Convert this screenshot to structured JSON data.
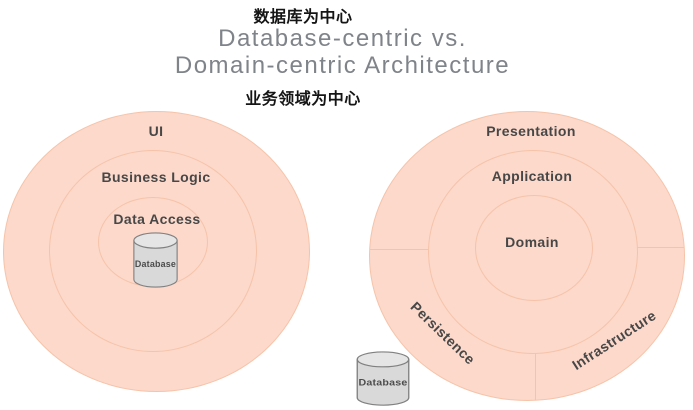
{
  "title": {
    "zh_top": "数据库为中心",
    "line1": "Database-centric vs.",
    "line2": "Domain-centric Architecture",
    "zh_bottom": "业务领域为中心"
  },
  "database_centric": {
    "rings": [
      "UI",
      "Business Logic",
      "Data Access"
    ],
    "database_label": "Database"
  },
  "domain_centric": {
    "rings": [
      "Presentation",
      "Application",
      "Domain"
    ],
    "segments": [
      "Persistence",
      "Infrastructure"
    ],
    "database_label": "Database"
  },
  "colors": {
    "ring_fill": "#fcd9cb",
    "ring_stroke": "#f6c3a9",
    "label_text": "#474747",
    "title_text": "#7f838a",
    "chinese_text": "#151515",
    "db_body_fill": "#d9d9d9",
    "db_top_fill": "#e5e5e5",
    "db_stroke": "#808080"
  }
}
